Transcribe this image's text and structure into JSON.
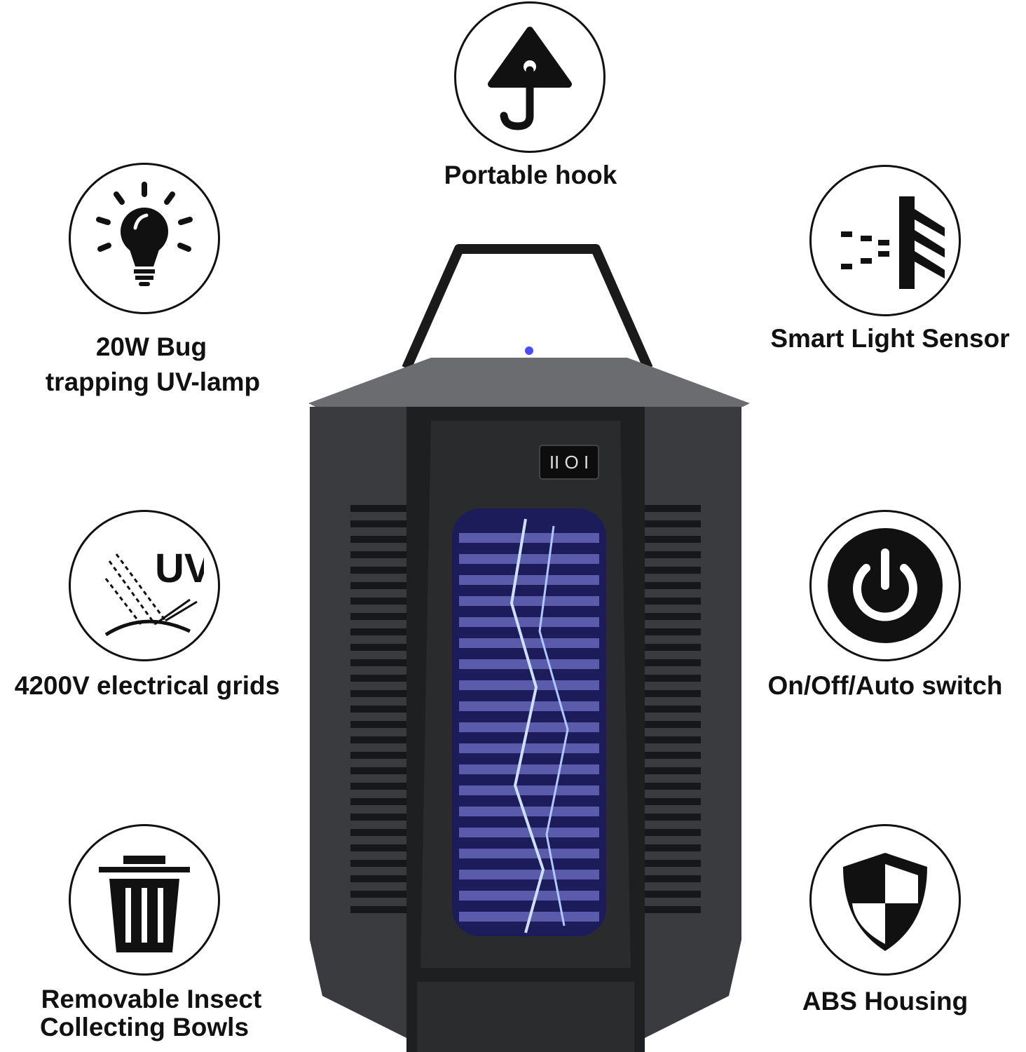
{
  "features": {
    "hook": {
      "label": "Portable hook",
      "icon": "hook-icon"
    },
    "uv_lamp": {
      "line1": "20W Bug",
      "line2": "trapping UV-lamp",
      "icon": "light-bulb-icon"
    },
    "sensor": {
      "label": "Smart Light Sensor",
      "icon": "light-sensor-icon"
    },
    "grids": {
      "label": "4200V electrical grids",
      "icon_text": "UV",
      "icon": "uv-rays-icon"
    },
    "switch": {
      "label": "On/Off/Auto switch",
      "icon": "power-icon"
    },
    "bowls": {
      "line1": "Removable Insect",
      "line2": "Collecting Bowls",
      "icon": "trash-bin-icon"
    },
    "housing": {
      "label": "ABS Housing",
      "icon": "shield-icon"
    }
  },
  "product": {
    "switch_text": "II O I",
    "accent_color": "#4a4cff",
    "body_color": "#2a2b2d"
  }
}
